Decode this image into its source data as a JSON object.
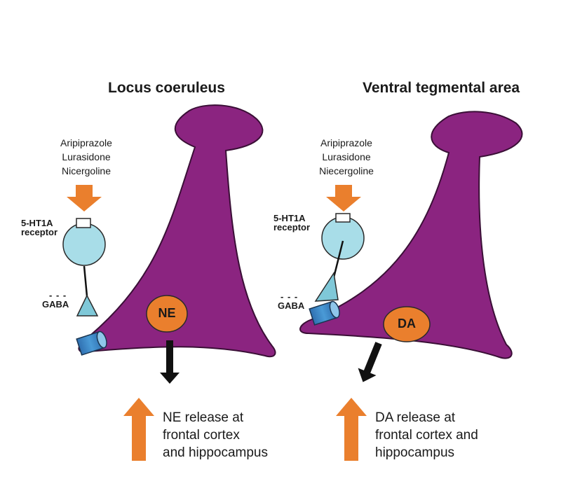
{
  "colors": {
    "neuron": "#8b2480",
    "receptor_body": "#a8dde8",
    "interneuron": "#7fc8d8",
    "gaba_cylinder": "#3b86c4",
    "arrow_orange": "#ea7f2d",
    "arrow_black": "#111111"
  },
  "panels": [
    {
      "title": "Locus coeruleus",
      "drugs": [
        "Aripiprazole",
        "Lurasidone",
        "Nicergoline"
      ],
      "receptor_label": [
        "5-HT1A",
        "receptor"
      ],
      "inhibition_mark": "- - -",
      "gaba_label": "GABA",
      "neurotransmitter": "NE",
      "release_text": [
        "NE release at",
        "frontal cortex",
        "and hippocampus"
      ]
    },
    {
      "title": "Ventral tegmental area",
      "drugs": [
        "Aripiprazole",
        "Lurasidone",
        "Niecergoline"
      ],
      "receptor_label": [
        "5-HT1A",
        "receptor"
      ],
      "inhibition_mark": "- - -",
      "gaba_label": "GABA",
      "neurotransmitter": "DA",
      "release_text": [
        "DA release at",
        "frontal cortex and",
        "hippocampus"
      ]
    }
  ]
}
